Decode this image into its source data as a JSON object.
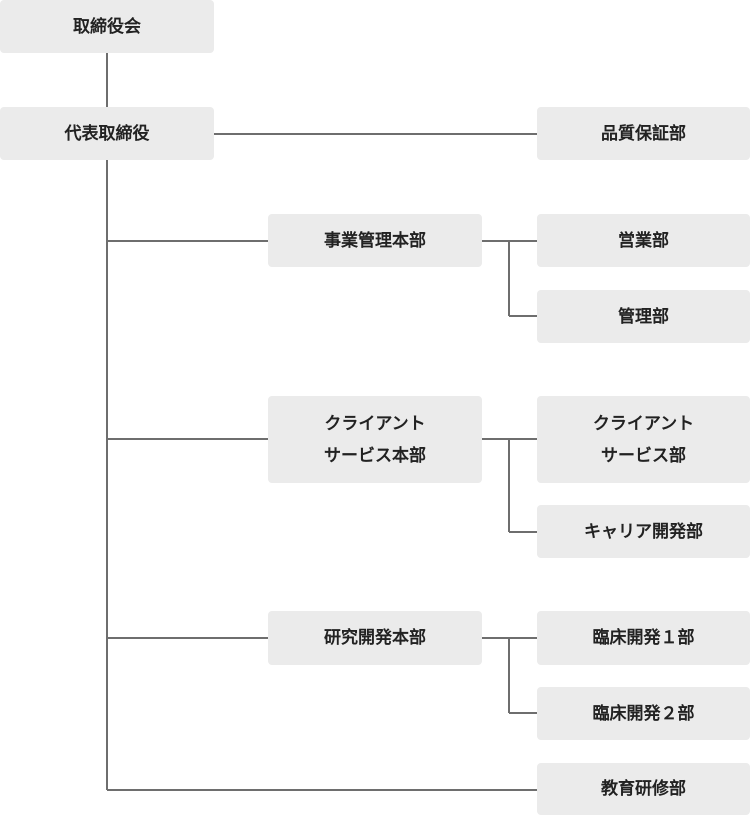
{
  "org": {
    "board": "取締役会",
    "ceo": "代表取締役",
    "qa": "品質保証部",
    "business_hq": "事業管理本部",
    "sales": "営業部",
    "admin": "管理部",
    "client_hq": {
      "line1": "クライアント",
      "line2": "サービス本部"
    },
    "client_dept": {
      "line1": "クライアント",
      "line2": "サービス部"
    },
    "career": "キャリア開発部",
    "rnd_hq": "研究開発本部",
    "clinical1": "臨床開発１部",
    "clinical2": "臨床開発２部",
    "education": "教育研修部"
  }
}
